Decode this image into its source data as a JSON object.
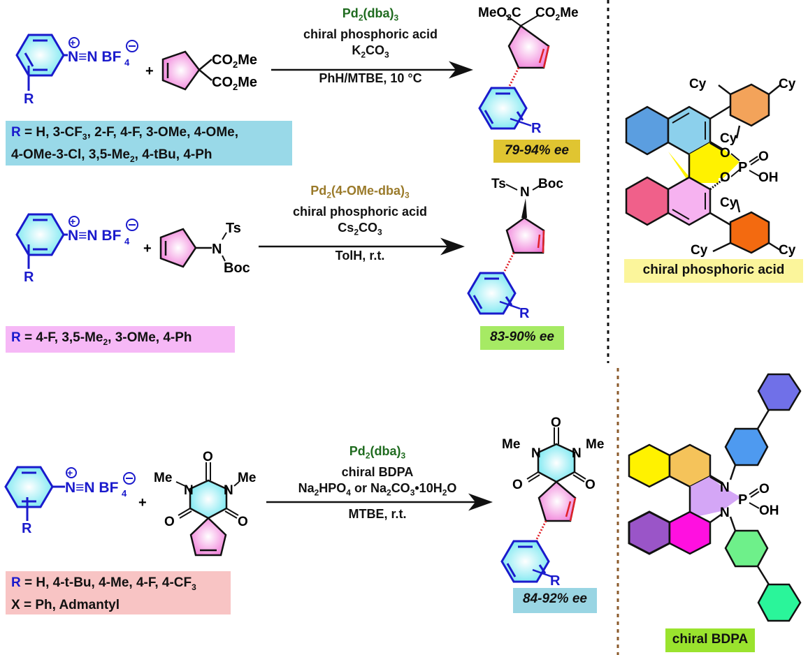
{
  "colors": {
    "reagent_blue": "#1a1acc",
    "catalyst_green": "#1f6b1f",
    "catalyst_olive": "#9a7a2a",
    "box_blue": "#99d9e8",
    "box_pink": "#f6b8f6",
    "box_salmon": "#f8c4c4",
    "ee_yellow": "#e0c531",
    "ee_green": "#a6ea64",
    "ee_cyan": "#99d5e3",
    "label_yellow": "#fbf59b",
    "label_lime": "#9ae32e"
  },
  "reactions": [
    {
      "diazonium": {
        "cation_text": "N≡N",
        "anion": "BF4",
        "substituent": "R"
      },
      "plus": "+",
      "substrate_groups": [
        "CO2Me",
        "CO2Me"
      ],
      "conditions": {
        "catalyst": "Pd2(dba)3",
        "ligand": "chiral phosphoric acid",
        "base": "K2CO3",
        "solvent": "PhH/MTBE, 10 °C"
      },
      "product_groups": [
        "MeO2C",
        "CO2Me",
        "R"
      ],
      "ee": "79-94% ee",
      "scope": {
        "line1": "= H, 3-CF3, 2-F, 4-F, 3-OMe, 4-OMe,",
        "line2": "4-OMe-3-Cl, 3,5-Me2, 4-tBu, 4-Ph",
        "r_label": "R"
      }
    },
    {
      "diazonium": {
        "cation_text": "N≡N",
        "anion": "BF4",
        "substituent": "R"
      },
      "plus": "+",
      "substrate_groups": [
        "N",
        "Ts",
        "Boc"
      ],
      "conditions": {
        "catalyst": "Pd2(4-OMe-dba)3",
        "ligand": "chiral phosphoric acid",
        "base": "Cs2CO3",
        "solvent": "TolH, r.t."
      },
      "product_groups": [
        "Ts",
        "N",
        "Boc",
        "R"
      ],
      "ee": "83-90% ee",
      "scope": {
        "line1": "= 4-F, 3,5-Me2, 3-OMe, 4-Ph",
        "r_label": "R"
      }
    },
    {
      "diazonium": {
        "cation_text": "N≡N",
        "anion": "BF4",
        "substituent": "R"
      },
      "plus": "+",
      "substrate_groups": [
        "Me",
        "N",
        "O",
        "N",
        "Me",
        "O",
        "O"
      ],
      "conditions": {
        "catalyst": "Pd2(dba)3",
        "ligand": "chiral BDPA",
        "base": "Na2HPO4 or Na2CO3•10H2O",
        "solvent": "MTBE, r.t."
      },
      "product_groups": [
        "Me",
        "N",
        "O",
        "N",
        "Me",
        "O",
        "O",
        "R"
      ],
      "ee": "84-92% ee",
      "scope": {
        "line1": "= H, 4-t-Bu, 4-Me, 4-F, 4-CF3",
        "line2": "X = Ph, Admantyl",
        "r_label": "R"
      }
    }
  ],
  "catalysts": [
    {
      "name": "chiral phosphoric acid",
      "groups": [
        "Cy",
        "Cy",
        "Cy",
        "Cy",
        "Cy",
        "Cy",
        "O",
        "O",
        "P",
        "O",
        "OH"
      ]
    },
    {
      "name": "chiral BDPA",
      "groups": [
        "N",
        "N",
        "P",
        "O",
        "OH"
      ]
    }
  ]
}
